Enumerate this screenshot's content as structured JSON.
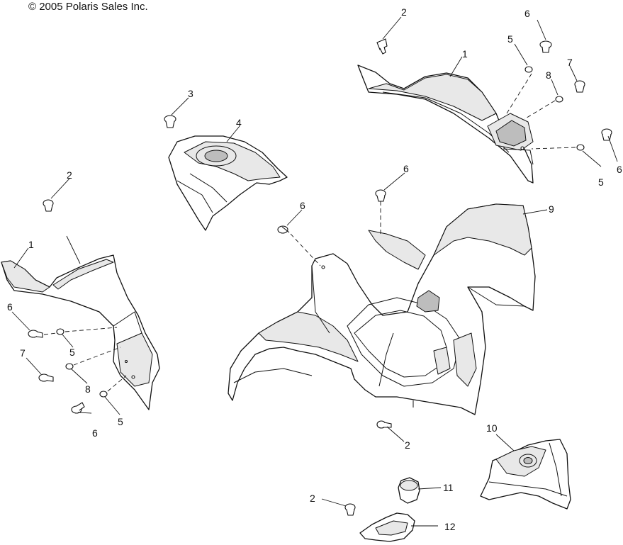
{
  "copyright": "© 2005 Polaris Sales Inc.",
  "callouts": [
    "1",
    "2",
    "3",
    "4",
    "5",
    "6",
    "7",
    "8",
    "9",
    "10",
    "11",
    "12"
  ]
}
